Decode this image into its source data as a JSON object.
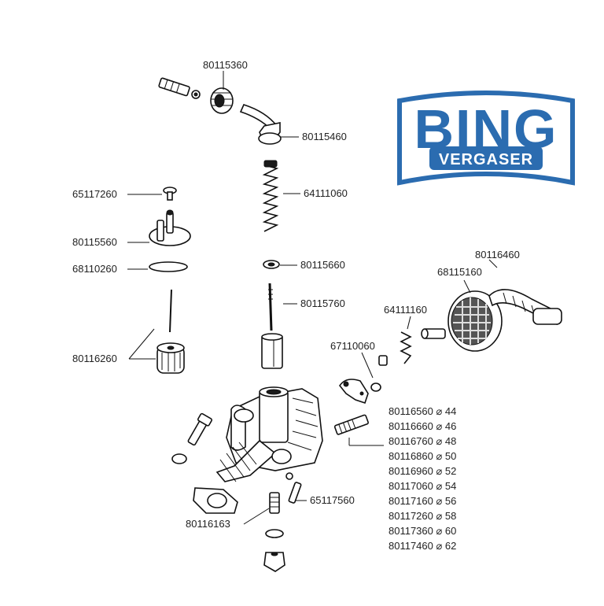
{
  "logo": {
    "brand": "BING",
    "sub": "VERGASER",
    "color": "#2b6cb0"
  },
  "labels": {
    "l80115360": "80115360",
    "l80115460": "80115460",
    "l65117260": "65117260",
    "l64111060": "64111060",
    "l80115560": "80115560",
    "l68110260": "68110260",
    "l80115660": "80115660",
    "l80116460": "80116460",
    "l68115160": "68115160",
    "l80115760": "80115760",
    "l64111160": "64111160",
    "l80116260": "80116260",
    "l67110060": "67110060",
    "l65117560": "65117560",
    "l80116163": "80116163"
  },
  "sizes": [
    "80116560 ⌀ 44",
    "80116660 ⌀ 46",
    "80116760 ⌀ 48",
    "80116860 ⌀ 50",
    "80116960 ⌀ 52",
    "80117060 ⌀ 54",
    "80117160 ⌀ 56",
    "80117260 ⌀ 58",
    "80117360 ⌀ 60",
    "80117460 ⌀ 62"
  ]
}
